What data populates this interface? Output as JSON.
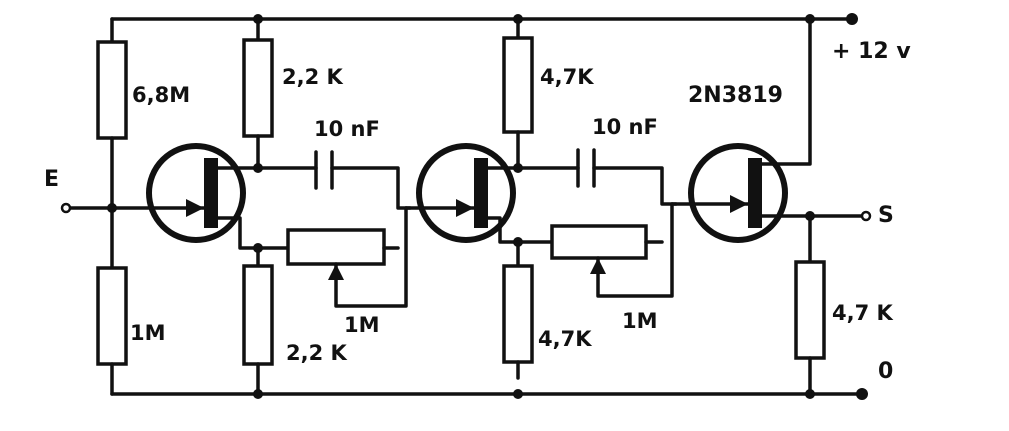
{
  "labels": {
    "supply": "+ 12 v",
    "input": "E",
    "output": "S",
    "ground": "0",
    "r_gate_top": "6,8M",
    "r_gate_bottom": "1M",
    "r1_drain": "2,2 K",
    "r1_source": "2,2 K",
    "c1": "10 nF",
    "pot1": "1M",
    "r2_drain": "4,7K",
    "r2_source": "4,7K",
    "c2": "10 nF",
    "pot2": "1M",
    "transistor_type": "2N3819",
    "r3_source": "4,7 K"
  }
}
